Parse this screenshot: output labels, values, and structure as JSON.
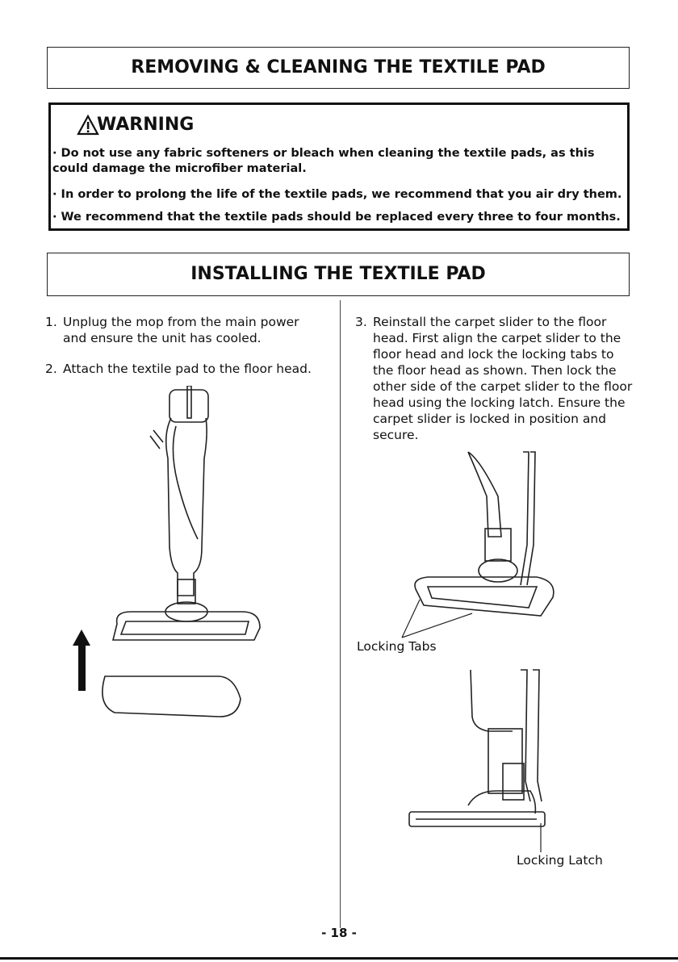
{
  "sections": {
    "removing_title": "REMOVING & CLEANING THE TEXTILE PAD",
    "installing_title": "INSTALLING THE TEXTILE PAD"
  },
  "warning": {
    "title": "WARNING",
    "icon": "warning-triangle-icon",
    "items": [
      "· Do not use any fabric softeners or bleach when cleaning the textile pads, as this could damage the microfiber material.",
      "· In order to prolong the life of the textile pads, we recommend that you air dry them.",
      "· We recommend that the textile pads should be replaced every three to four months."
    ]
  },
  "steps": [
    {
      "num": "1.",
      "text": "Unplug the mop from the main power and ensure the unit has cooled."
    },
    {
      "num": "2.",
      "text": "Attach the textile pad to the floor head."
    },
    {
      "num": "3.",
      "text": "Reinstall the carpet slider to the floor head. First align the carpet slider to the floor head and lock the locking tabs to the floor head as shown. Then lock the other side of the carpet slider to the floor head using the locking latch. Ensure the carpet slider is locked in position and secure."
    }
  ],
  "figures": {
    "locking_tabs_label": "Locking Tabs",
    "locking_latch_label": "Locking Latch"
  },
  "footer": {
    "page_number": "- 18 -"
  }
}
